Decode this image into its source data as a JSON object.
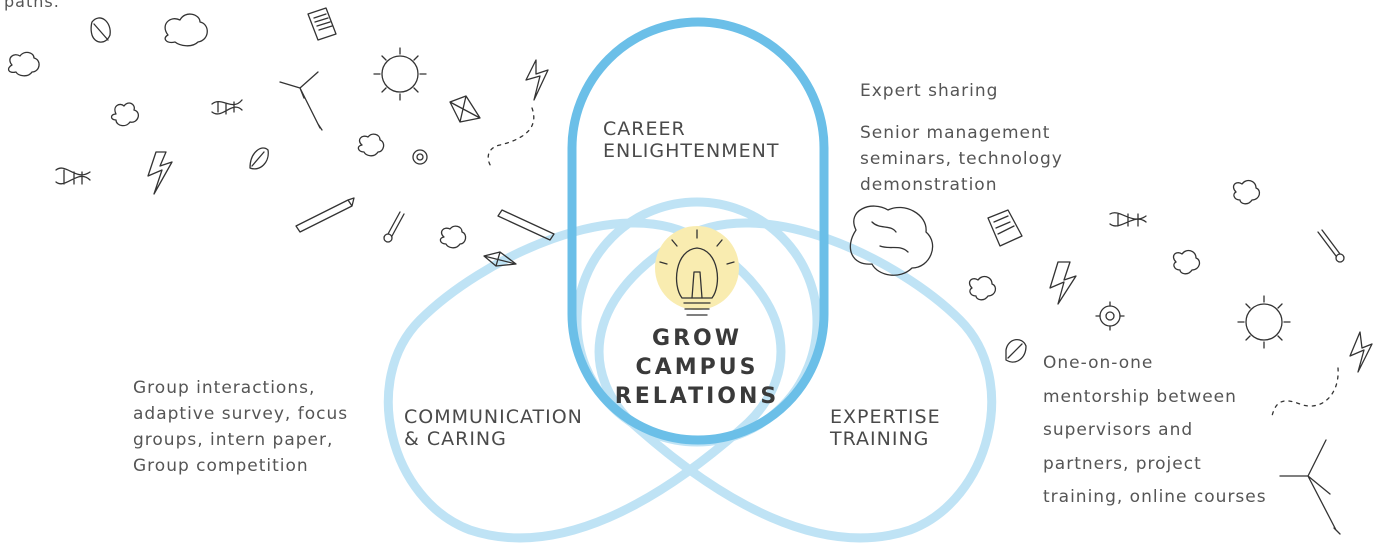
{
  "top_left_fragment": "paths.",
  "center": {
    "lines": [
      "GROW",
      "CAMPUS",
      "RELATIONS"
    ],
    "glow_color": "#f9ecb0"
  },
  "circles": {
    "career": "CAREER\nENLIGHTENMENT",
    "communication": "COMMUNICATION\n& CARING",
    "expertise": "EXPERTISE\nTRAINING",
    "career_color": "#6bbfe8",
    "side_color": "#bfe3f5"
  },
  "notes": {
    "career_1": "Expert sharing",
    "career_2": "Senior management\nseminars, technology\ndemonstration",
    "communication": "Group interactions,\nadaptive survey, focus\ngroups, intern paper,\nGroup competition",
    "expertise": "One-on-one\nmentorship between\nsupervisors and\npartners, project\ntraining, online courses"
  },
  "doodles": [
    "leaf-icon",
    "cloud-icon",
    "document-icon",
    "sun-icon",
    "lightning-icon",
    "wind-turbine-icon",
    "dna-icon",
    "network-icon",
    "gear-icon",
    "thermometer-icon",
    "pencil-icon",
    "brain-icon"
  ]
}
